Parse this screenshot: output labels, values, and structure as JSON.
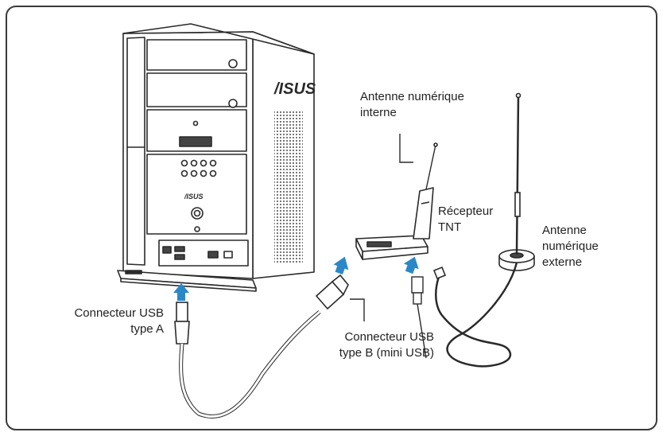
{
  "labels": {
    "antenne_interne": [
      "Antenne numérique",
      "interne"
    ],
    "recepteur": [
      "Récepteur",
      "TNT"
    ],
    "antenne_externe": [
      "Antenne",
      "numérique",
      "externe"
    ],
    "usb_a": [
      "Connecteur USB",
      "type A"
    ],
    "usb_b": [
      "Connecteur USB",
      "type B (mini USB)"
    ]
  },
  "logos": {
    "case_logo": "/ISUS",
    "front_logo": "/ISUS"
  },
  "colors": {
    "frame": "#3a3a3a",
    "line": "#2a2a2a",
    "arrow": "#2b88c8",
    "body": "#ffffff",
    "grille": "#777777"
  }
}
